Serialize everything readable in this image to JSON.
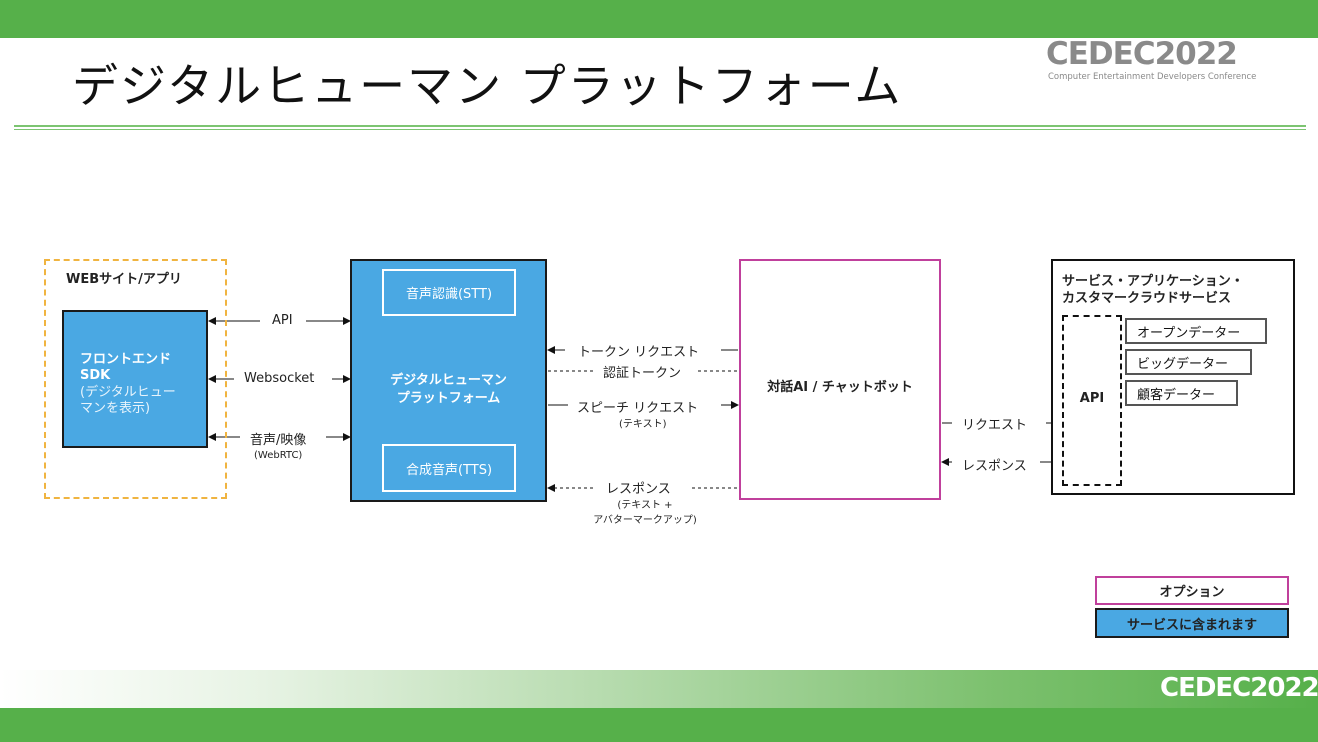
{
  "slide": {
    "title": "デジタルヒューマン プラットフォーム",
    "logo": {
      "text": "CEDEC2022",
      "subtitle": "Computer Entertainment Developers Conference"
    },
    "footer_logo": "CEDEC2022"
  },
  "colors": {
    "green": "#56b04a",
    "blue": "#4aa8e3",
    "magenta": "#c0409c",
    "orange": "#f0b440"
  },
  "diagram": {
    "web": {
      "title": "WEBサイト/アプリ",
      "sdk_title": "フロントエンド\nSDK",
      "sdk_sub": "(デジタルヒュー\nマンを表示)"
    },
    "left_arrows": {
      "api": "API",
      "websocket": "Websocket",
      "av": "音声/映像",
      "av_sub": "(WebRTC)"
    },
    "platform": {
      "stt": "音声認識(STT)",
      "main": "デジタルヒューマン\nプラットフォーム",
      "tts": "合成音声(TTS)"
    },
    "middle": {
      "token_request": "トークン リクエスト",
      "auth_token": "認証トークン",
      "speech_request": "スピーチ リクエスト",
      "speech_sub": "(テキスト)",
      "response": "レスポンス",
      "response_sub": "(テキスト +\nアバターマークアップ)"
    },
    "ai": {
      "title": "対話AI / チャットボット"
    },
    "right_arrows": {
      "request": "リクエスト",
      "response": "レスポンス"
    },
    "services": {
      "title": "サービス・アプリケーション・\nカスタマークラウドサービス",
      "api": "API",
      "items": [
        "オープンデーター",
        "ビッグデーター",
        "顧客データー"
      ]
    },
    "legend": {
      "option": "オプション",
      "included": "サービスに含まれます"
    }
  }
}
